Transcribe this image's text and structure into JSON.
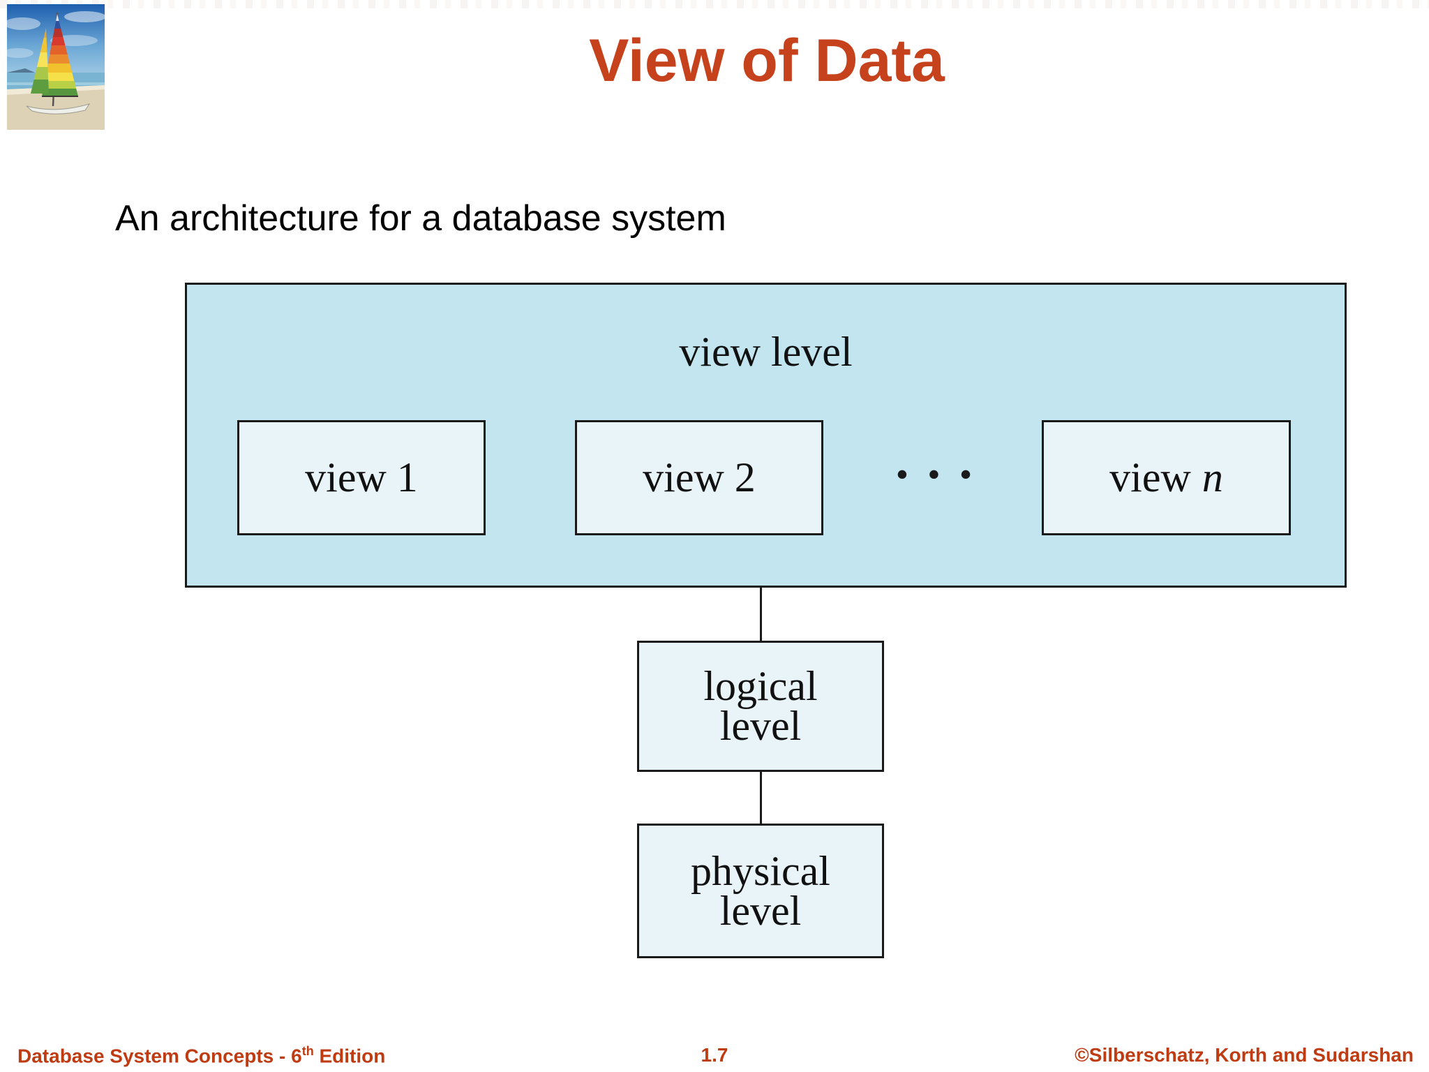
{
  "slide": {
    "title": "View of Data",
    "subtitle": "An architecture for a database system"
  },
  "logo": {
    "description": "sailboat-with-rainbow-sail-on-beach-photo"
  },
  "diagram": {
    "view_level_label": "view level",
    "views": [
      {
        "label": "view 1"
      },
      {
        "label": "view 2"
      },
      {
        "label": "view",
        "variable": "n"
      }
    ],
    "ellipsis": "• • •",
    "logical_level": {
      "line1": "logical",
      "line2": "level"
    },
    "physical_level": {
      "line1": "physical",
      "line2": "level"
    }
  },
  "footer": {
    "left_pre": "Database System Concepts - 6",
    "left_sup": "th",
    "left_post": " Edition",
    "page_number": "1.7",
    "copyright": "©Silberschatz, Korth and Sudarshan"
  },
  "colors": {
    "title_red": "#c5421c",
    "footer_red": "#bf3c13",
    "view_level_fill": "#c3e5ef",
    "inner_box_fill": "#e9f4f9",
    "diagram_border": "#1a1a1a"
  }
}
